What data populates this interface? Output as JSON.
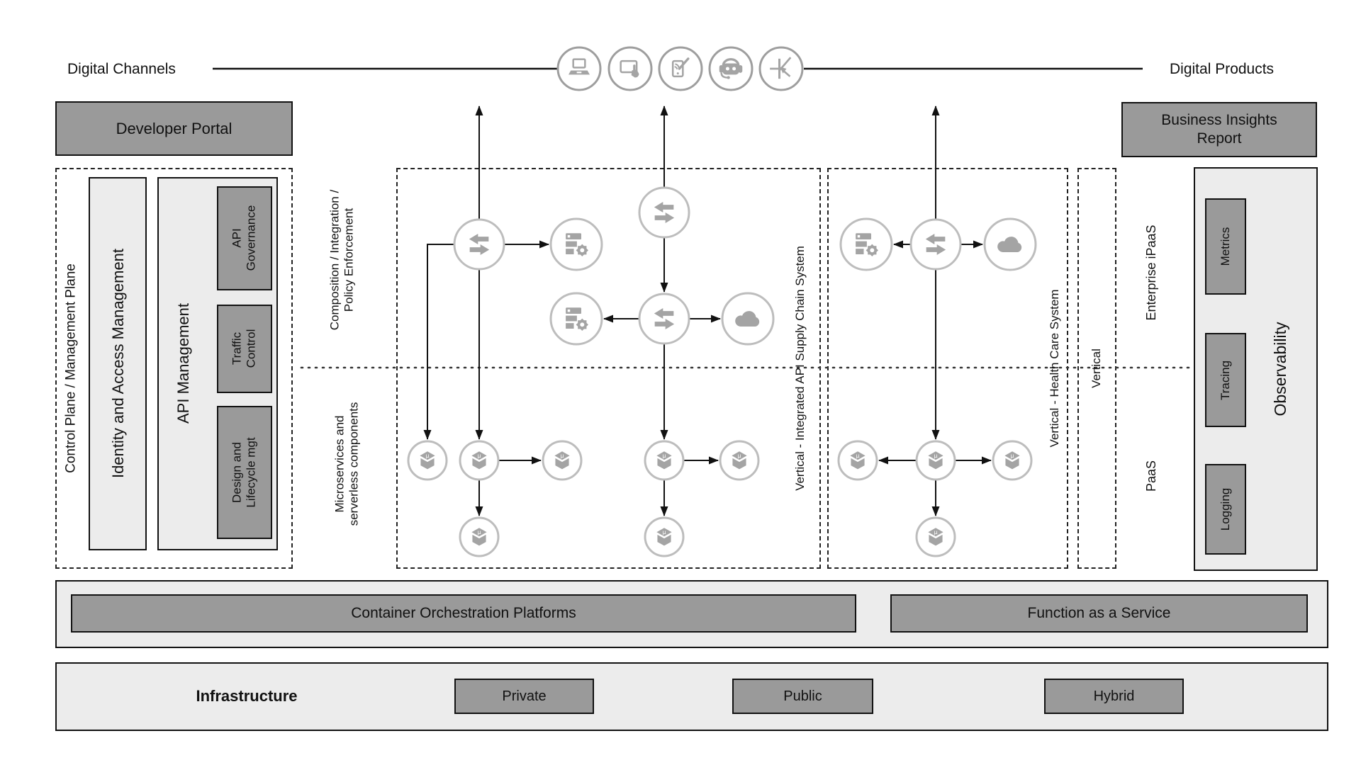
{
  "header": {
    "digital_channels": "Digital Channels",
    "digital_products": "Digital Products",
    "channel_icons": [
      "laptop-icon",
      "tablet-touch-icon",
      "tablet-stylus-icon",
      "chatbot-icon",
      "iot-sensor-icon"
    ]
  },
  "left_column": {
    "developer_portal": "Developer Portal",
    "control_plane_label": "Control Plane / Management Plane",
    "iam_label": "Identity and Access Management",
    "api_management": {
      "label": "API Management",
      "items": [
        "API Governance",
        "Traffic Control",
        "Design and Lifecycle mgt"
      ]
    }
  },
  "layer_labels": {
    "composition_line1": "Composition / Integration /",
    "composition_line2": "Policy Enforcement",
    "microservices_line1": "Microservices and",
    "microservices_line2": "serverless components"
  },
  "verticals": {
    "supply_chain": "Vertical - Integrated API Supply Chain System",
    "health_care": "Vertical - Health Care System",
    "generic": "Vertical"
  },
  "right_column": {
    "enterprise_ipaas": "Enterprise iPaaS",
    "paas": "PaaS",
    "business_insights": "Business Insights Report",
    "observability": {
      "label": "Observability",
      "items": [
        "Metrics",
        "Tracing",
        "Logging"
      ]
    }
  },
  "platform_band": {
    "container_orchestration": "Container Orchestration Platforms",
    "faas": "Function as a Service"
  },
  "infrastructure_band": {
    "label": "Infrastructure",
    "items": [
      "Private",
      "Public",
      "Hybrid"
    ]
  },
  "diagram_icon_types": [
    "exchange-gateway-icon",
    "rules-engine-icon",
    "cloud-icon",
    "microservice-icon"
  ],
  "colors": {
    "box_dark": "#9a9a9a",
    "box_light": "#ececec",
    "node_stroke": "#bdbdbd",
    "node_glyph": "#a4a4a4",
    "connector": "#141414"
  }
}
